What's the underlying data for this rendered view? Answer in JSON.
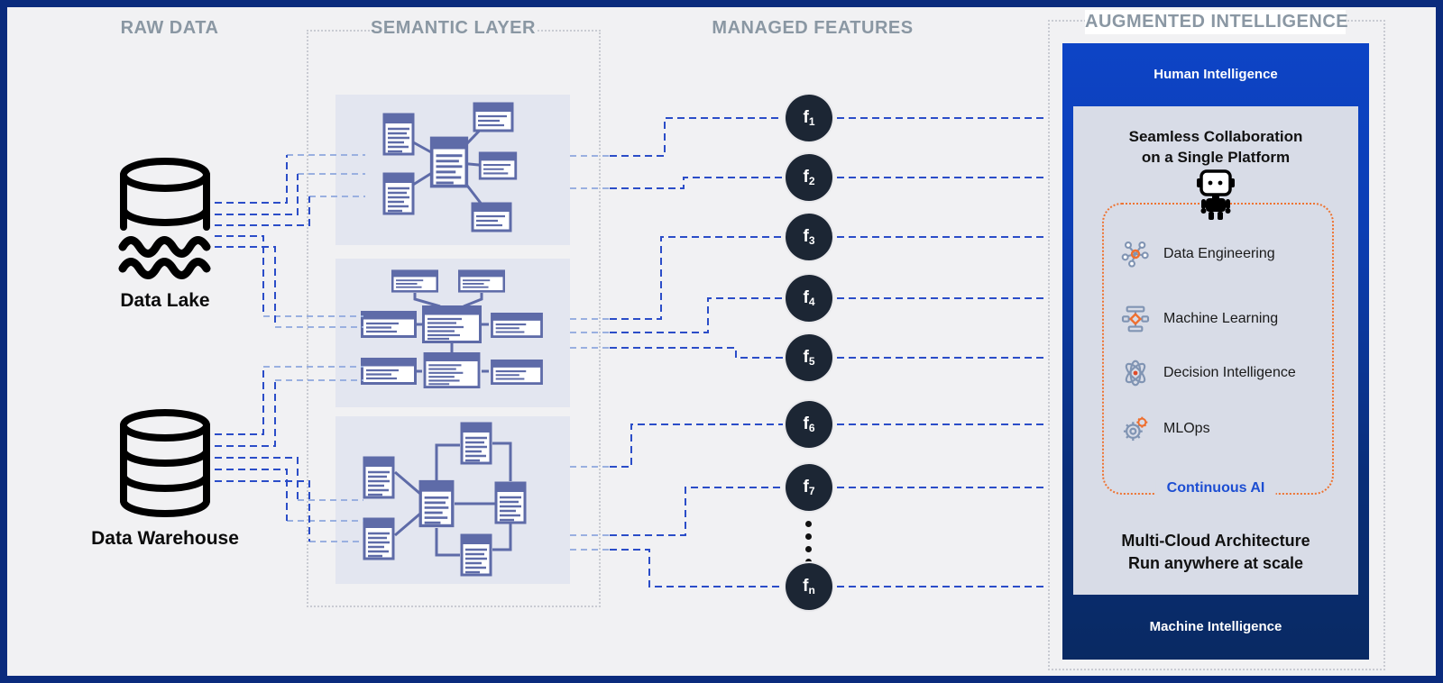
{
  "headers": {
    "raw_data": "RAW DATA",
    "semantic_layer": "SEMANTIC LAYER",
    "managed_features": "MANAGED FEATURES",
    "augmented_intelligence": "AUGMENTED INTELLIGENCE"
  },
  "raw_data": {
    "data_lake_label": "Data Lake",
    "data_warehouse_label": "Data Warehouse"
  },
  "managed_features": {
    "features": [
      {
        "base": "f",
        "sub": "1"
      },
      {
        "base": "f",
        "sub": "2"
      },
      {
        "base": "f",
        "sub": "3"
      },
      {
        "base": "f",
        "sub": "4"
      },
      {
        "base": "f",
        "sub": "5"
      },
      {
        "base": "f",
        "sub": "6"
      },
      {
        "base": "f",
        "sub": "7"
      },
      {
        "base": "f",
        "sub": "n"
      }
    ]
  },
  "augmented_intelligence": {
    "human_band": "Human Intelligence",
    "machine_band": "Machine Intelligence",
    "collab_line1": "Seamless Collaboration",
    "collab_line2": "on a Single Platform",
    "capabilities": [
      {
        "icon": "data-engineering-icon",
        "label": "Data Engineering"
      },
      {
        "icon": "machine-learning-icon",
        "label": "Machine Learning"
      },
      {
        "icon": "decision-intelligence-icon",
        "label": "Decision Intelligence"
      },
      {
        "icon": "mlops-icon",
        "label": "MLOps"
      }
    ],
    "continuous_ai": "Continuous AI",
    "footer_line1": "Multi-Cloud Architecture",
    "footer_line2": "Run anywhere at scale"
  },
  "colors": {
    "frame_navy": "#0a2b7d",
    "background": "#f1f1f3",
    "header_gray": "#8a97a3",
    "dash_blue": "#2b4dc8",
    "dash_light_blue": "#9ab0e0",
    "doc_indigo": "#5e6ba8",
    "diagram_panel_bg": "#e3e6f0",
    "feature_circle_bg": "#1c2634",
    "panel_blue_top": "#0d44c6",
    "panel_navy_bottom": "#092a63",
    "inner_panel_gray": "#d8dce7",
    "accent_orange": "#ee7331",
    "continuous_ai_blue": "#1d4ed2"
  }
}
